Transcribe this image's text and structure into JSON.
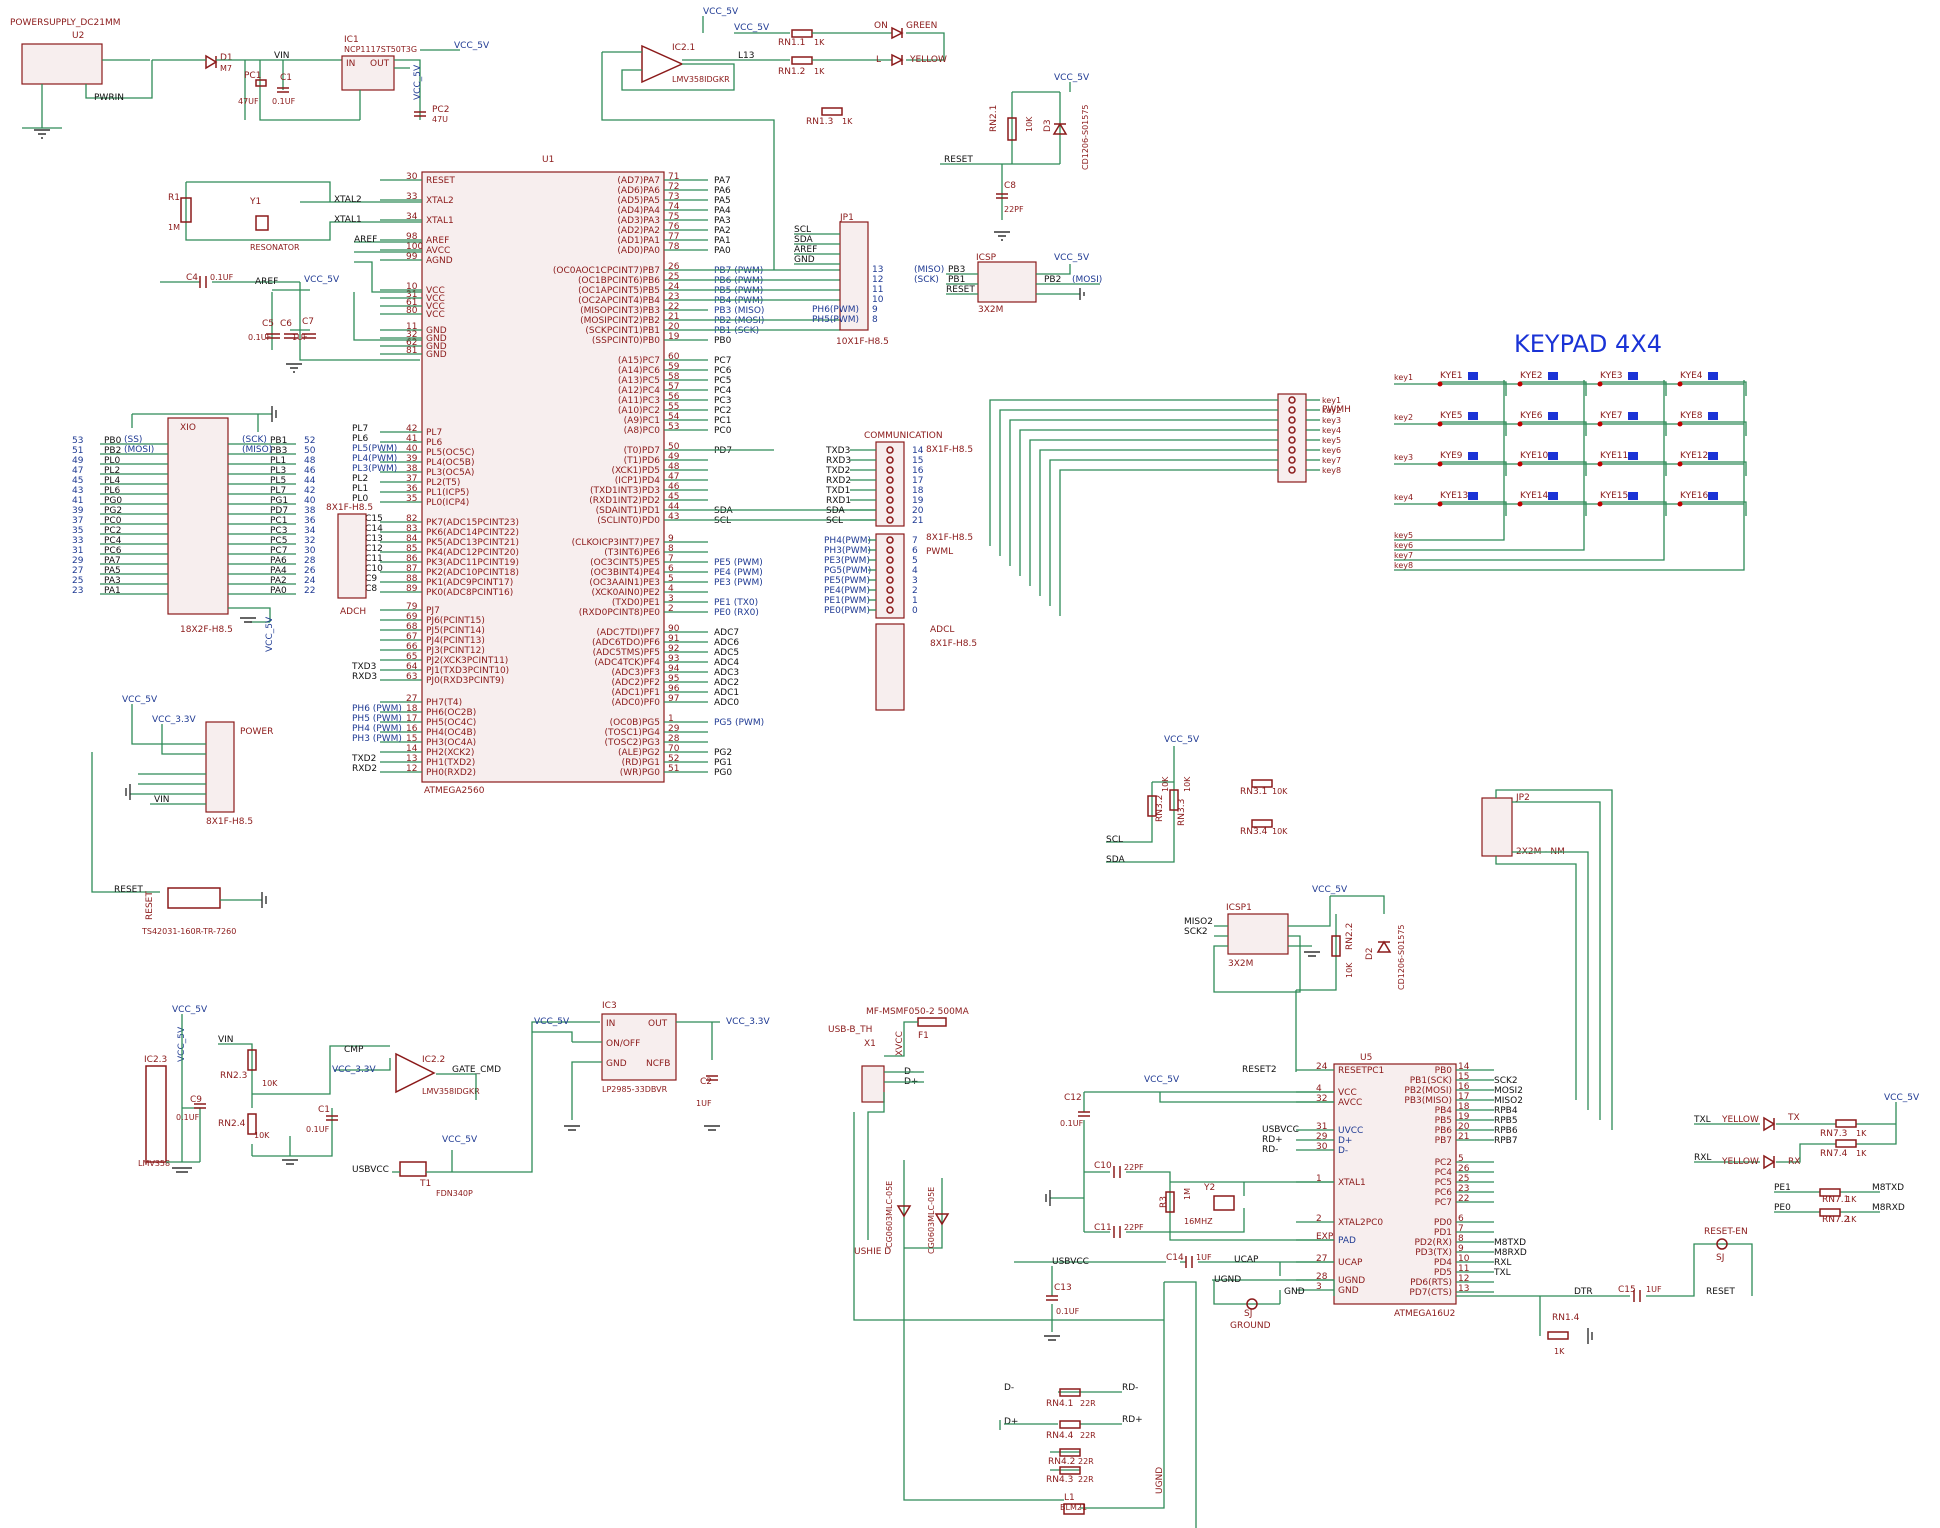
{
  "title": "KEYPAD 4X4",
  "power": {
    "connector_label": "POWERSUPPLY_DC21MM",
    "connector_ref": "U2",
    "pwrin": "PWRIN",
    "diode": "D1",
    "diode_val": "M7",
    "pc1": "PC1",
    "pc1_val": "47UF",
    "c1": "C1",
    "c1_val": "0.1UF",
    "vin": "VIN",
    "reg_ref": "IC1",
    "reg_val": "NCP1117ST50T3G",
    "reg_in": "IN",
    "reg_out": "OUT",
    "pc2": "PC2",
    "pc2_val": "47U",
    "vcc5": "VCC_5V",
    "vcc33": "VCC_3.3V"
  },
  "opamp1": {
    "ref": "IC2.1",
    "val": "LMV358IDGKR",
    "net": "L13",
    "rn11": "RN1.1",
    "rn12": "RN1.2",
    "rn13": "RN1.3",
    "r1k": "1K",
    "on": "ON",
    "green": "GREEN",
    "l": "L",
    "yellow": "YELLOW"
  },
  "mcu": {
    "ref": "U1",
    "val": "ATMEGA2560",
    "left_pins": [
      {
        "num": "30",
        "name": "RESET",
        "net": "RESET"
      },
      {
        "num": "33",
        "name": "XTAL2",
        "net": "XTAL2"
      },
      {
        "num": "34",
        "name": "XTAL1",
        "net": "XTAL1"
      },
      {
        "num": "98",
        "name": "AREF",
        "net": "AREF"
      },
      {
        "num": "100",
        "name": "AVCC",
        "net": ""
      },
      {
        "num": "99",
        "name": "AGND",
        "net": ""
      },
      {
        "num": "10",
        "name": "VCC",
        "net": ""
      },
      {
        "num": "31",
        "name": "VCC",
        "net": ""
      },
      {
        "num": "61",
        "name": "VCC",
        "net": ""
      },
      {
        "num": "80",
        "name": "VCC",
        "net": ""
      },
      {
        "num": "11",
        "name": "GND",
        "net": ""
      },
      {
        "num": "32",
        "name": "GND",
        "net": ""
      },
      {
        "num": "62",
        "name": "GND",
        "net": ""
      },
      {
        "num": "81",
        "name": "GND",
        "net": ""
      },
      {
        "num": "42",
        "name": "PL7",
        "net": "PL7"
      },
      {
        "num": "41",
        "name": "PL6",
        "net": "PL6"
      },
      {
        "num": "40",
        "name": "PL5(OC5C)",
        "net": "PL5(PWM)"
      },
      {
        "num": "39",
        "name": "PL4(OC5B)",
        "net": "PL4(PWM)"
      },
      {
        "num": "38",
        "name": "PL3(OC5A)",
        "net": "PL3(PWM)"
      },
      {
        "num": "37",
        "name": "PL2(T5)",
        "net": "PL2"
      },
      {
        "num": "36",
        "name": "PL1(ICP5)",
        "net": "PL1"
      },
      {
        "num": "35",
        "name": "PL0(ICP4)",
        "net": "PL0"
      },
      {
        "num": "82",
        "name": "PK7(ADC15PCINT23)",
        "net": "ADC15"
      },
      {
        "num": "83",
        "name": "PK6(ADC14PCINT22)",
        "net": "ADC14"
      },
      {
        "num": "84",
        "name": "PK5(ADC13PCINT21)",
        "net": "ADC13"
      },
      {
        "num": "85",
        "name": "PK4(ADC12PCINT20)",
        "net": "ADC12"
      },
      {
        "num": "86",
        "name": "PK3(ADC11PCINT19)",
        "net": "ADC11"
      },
      {
        "num": "87",
        "name": "PK2(ADC10PCINT18)",
        "net": "ADC10"
      },
      {
        "num": "88",
        "name": "PK1(ADC9PCINT17)",
        "net": "ADC9"
      },
      {
        "num": "89",
        "name": "PK0(ADC8PCINT16)",
        "net": "ADC8"
      },
      {
        "num": "79",
        "name": "PJ7",
        "net": ""
      },
      {
        "num": "69",
        "name": "PJ6(PCINT15)",
        "net": ""
      },
      {
        "num": "68",
        "name": "PJ5(PCINT14)",
        "net": ""
      },
      {
        "num": "67",
        "name": "PJ4(PCINT13)",
        "net": ""
      },
      {
        "num": "66",
        "name": "PJ3(PCINT12)",
        "net": ""
      },
      {
        "num": "65",
        "name": "PJ2(XCK3PCINT11)",
        "net": ""
      },
      {
        "num": "64",
        "name": "PJ1(TXD3PCINT10)",
        "net": "TXD3"
      },
      {
        "num": "63",
        "name": "PJ0(RXD3PCINT9)",
        "net": "RXD3"
      },
      {
        "num": "27",
        "name": "PH7(T4)",
        "net": ""
      },
      {
        "num": "18",
        "name": "PH6(OC2B)",
        "net": "PH6 (PWM)"
      },
      {
        "num": "17",
        "name": "PH5(OC4C)",
        "net": "PH5 (PWM)"
      },
      {
        "num": "16",
        "name": "PH4(OC4B)",
        "net": "PH4 (PWM)"
      },
      {
        "num": "15",
        "name": "PH3(OC4A)",
        "net": "PH3 (PWM)"
      },
      {
        "num": "14",
        "name": "PH2(XCK2)",
        "net": ""
      },
      {
        "num": "13",
        "name": "PH1(TXD2)",
        "net": "TXD2"
      },
      {
        "num": "12",
        "name": "PH0(RXD2)",
        "net": "RXD2"
      }
    ],
    "right_pins": [
      {
        "num": "71",
        "name": "(AD7)PA7",
        "net": "PA7"
      },
      {
        "num": "72",
        "name": "(AD6)PA6",
        "net": "PA6"
      },
      {
        "num": "73",
        "name": "(AD5)PA5",
        "net": "PA5"
      },
      {
        "num": "74",
        "name": "(AD4)PA4",
        "net": "PA4"
      },
      {
        "num": "75",
        "name": "(AD3)PA3",
        "net": "PA3"
      },
      {
        "num": "76",
        "name": "(AD2)PA2",
        "net": "PA2"
      },
      {
        "num": "77",
        "name": "(AD1)PA1",
        "net": "PA1"
      },
      {
        "num": "78",
        "name": "(AD0)PA0",
        "net": "PA0"
      },
      {
        "num": "26",
        "name": "(OC0AOC1CPCINT7)PB7",
        "net": "PB7 (PWM)"
      },
      {
        "num": "25",
        "name": "(OC1BPCINT6)PB6",
        "net": "PB6 (PWM)"
      },
      {
        "num": "24",
        "name": "(OC1APCINT5)PB5",
        "net": "PB5 (PWM)"
      },
      {
        "num": "23",
        "name": "(OC2APCINT4)PB4",
        "net": "PB4 (PWM)"
      },
      {
        "num": "22",
        "name": "(MISOPCINT3)PB3",
        "net": "PB3 (MISO)"
      },
      {
        "num": "21",
        "name": "(MOSIPCINT2)PB2",
        "net": "PB2 (MOSI)"
      },
      {
        "num": "20",
        "name": "(SCKPCINT1)PB1",
        "net": "PB1 (SCK)"
      },
      {
        "num": "19",
        "name": "(SSPCINT0)PB0",
        "net": "PB0"
      },
      {
        "num": "60",
        "name": "(A15)PC7",
        "net": "PC7"
      },
      {
        "num": "59",
        "name": "(A14)PC6",
        "net": "PC6"
      },
      {
        "num": "58",
        "name": "(A13)PC5",
        "net": "PC5"
      },
      {
        "num": "57",
        "name": "(A12)PC4",
        "net": "PC4"
      },
      {
        "num": "56",
        "name": "(A11)PC3",
        "net": "PC3"
      },
      {
        "num": "55",
        "name": "(A10)PC2",
        "net": "PC2"
      },
      {
        "num": "54",
        "name": "(A9)PC1",
        "net": "PC1"
      },
      {
        "num": "53",
        "name": "(A8)PC0",
        "net": "PC0"
      },
      {
        "num": "50",
        "name": "(T0)PD7",
        "net": "PD7"
      },
      {
        "num": "49",
        "name": "(T1)PD6",
        "net": ""
      },
      {
        "num": "48",
        "name": "(XCK1)PD5",
        "net": ""
      },
      {
        "num": "47",
        "name": "(ICP1)PD4",
        "net": ""
      },
      {
        "num": "46",
        "name": "(TXD1INT3)PD3",
        "net": ""
      },
      {
        "num": "45",
        "name": "(RXD1INT2)PD2",
        "net": ""
      },
      {
        "num": "44",
        "name": "(SDAINT1)PD1",
        "net": "SDA"
      },
      {
        "num": "43",
        "name": "(SCLINT0)PD0",
        "net": "SCL"
      },
      {
        "num": "9",
        "name": "(CLKOICP3INT7)PE7",
        "net": ""
      },
      {
        "num": "8",
        "name": "(T3INT6)PE6",
        "net": ""
      },
      {
        "num": "7",
        "name": "(OC3CINT5)PE5",
        "net": "PE5 (PWM)"
      },
      {
        "num": "6",
        "name": "(OC3BINT4)PE4",
        "net": "PE4 (PWM)"
      },
      {
        "num": "5",
        "name": "(OC3AAIN1)PE3",
        "net": "PE3 (PWM)"
      },
      {
        "num": "4",
        "name": "(XCK0AIN0)PE2",
        "net": ""
      },
      {
        "num": "3",
        "name": "(TXD0)PE1",
        "net": "PE1 (TX0)"
      },
      {
        "num": "2",
        "name": "(RXD0PCINT8)PE0",
        "net": "PE0 (RX0)"
      },
      {
        "num": "90",
        "name": "(ADC7TDI)PF7",
        "net": "ADC7"
      },
      {
        "num": "91",
        "name": "(ADC6TDO)PF6",
        "net": "ADC6"
      },
      {
        "num": "92",
        "name": "(ADC5TMS)PF5",
        "net": "ADC5"
      },
      {
        "num": "93",
        "name": "(ADC4TCK)PF4",
        "net": "ADC4"
      },
      {
        "num": "94",
        "name": "(ADC3)PF3",
        "net": "ADC3"
      },
      {
        "num": "95",
        "name": "(ADC2)PF2",
        "net": "ADC2"
      },
      {
        "num": "96",
        "name": "(ADC1)PF1",
        "net": "ADC1"
      },
      {
        "num": "97",
        "name": "(ADC0)PF0",
        "net": "ADC0"
      },
      {
        "num": "1",
        "name": "(OC0B)PG5",
        "net": "PG5 (PWM)"
      },
      {
        "num": "29",
        "name": "(TOSC1)PG4",
        "net": ""
      },
      {
        "num": "28",
        "name": "(TOSC2)PG3",
        "net": ""
      },
      {
        "num": "70",
        "name": "(ALE)PG2",
        "net": "PG2"
      },
      {
        "num": "52",
        "name": "(RD)PG1",
        "net": "PG1"
      },
      {
        "num": "51",
        "name": "(WR)PG0",
        "net": "PG0"
      }
    ]
  },
  "xtal": {
    "r1": "R1",
    "r1_val": "1M",
    "y1": "Y1",
    "res": "RESONATOR",
    "c4": "C4",
    "c4_val": "0.1UF",
    "aref": "AREF",
    "c5": "C5",
    "c6": "C6",
    "c7": "C7",
    "cval": "0.1UF",
    "c7val": "1UF"
  },
  "jp1": {
    "ref": "JP1",
    "val": "10X1F-H8.5",
    "nets": [
      "SCL",
      "SDA",
      "AREF",
      "GND"
    ],
    "pins": [
      "13",
      "12",
      "11",
      "10",
      "9",
      "8"
    ],
    "ph6": "PH6(PWM)",
    "ph5": "PH5(PWM)"
  },
  "reset": {
    "rn21": "RN2.1",
    "r10k": "10K",
    "d3": "D3",
    "dval": "CD1206-S01575",
    "c8": "C8",
    "c8val": "22PF",
    "net": "RESET"
  },
  "icsp": {
    "ref": "ICSP",
    "val": "3X2M",
    "pb3": "PB3",
    "pb1": "PB1",
    "reset": "RESET",
    "pb2": "PB2",
    "miso": "(MISO)",
    "sck": "(SCK)",
    "mosi": "(MOSI)"
  },
  "xio": {
    "ref": "XIO",
    "val": "18X2F-H8.5",
    "left_nums": [
      "53",
      "51",
      "49",
      "47",
      "45",
      "43",
      "41",
      "39",
      "37",
      "35",
      "33",
      "31",
      "29",
      "27",
      "25",
      "23"
    ],
    "left_nets": [
      "PB0",
      "PB2",
      "PL0",
      "PL2",
      "PL4",
      "PL6",
      "PG0",
      "PG2",
      "PC0",
      "PC2",
      "PC4",
      "PC6",
      "PA7",
      "PA5",
      "PA3",
      "PA1"
    ],
    "right_nets": [
      "PB1",
      "PB3",
      "PL1",
      "PL3",
      "PL5",
      "PL7",
      "PG1",
      "PD7",
      "PC1",
      "PC3",
      "PC5",
      "PC7",
      "PA6",
      "PA4",
      "PA2",
      "PA0"
    ],
    "right_nums": [
      "52",
      "50",
      "48",
      "46",
      "44",
      "42",
      "40",
      "38",
      "36",
      "34",
      "32",
      "30",
      "28",
      "26",
      "24",
      "22"
    ],
    "ss": "(SS)",
    "mosi": "(MOSI)",
    "sck": "(SCK)",
    "miso": "(MISO)"
  },
  "adch": {
    "ref": "ADCH",
    "hdr": "8X1F-H8.5"
  },
  "comm": {
    "ref": "COMMUNICATION",
    "hdr": "8X1F-H8.5",
    "nets": [
      "TXD3",
      "RXD3",
      "TXD2",
      "RXD2",
      "TXD1",
      "RXD1",
      "SDA",
      "SCL"
    ],
    "nums": [
      "14",
      "15",
      "16",
      "17",
      "18",
      "19",
      "20",
      "21"
    ]
  },
  "pwml": {
    "ref": "PWML",
    "hdr": "8X1F-H8.5",
    "nets": [
      "PH4(PWM)",
      "PH3(PWM)",
      "PE3(PWM)",
      "PG5(PWM)",
      "PE5(PWM)",
      "PE4(PWM)",
      "PE1(PWM)",
      "PE0(PWM)"
    ],
    "nums": [
      "7",
      "6",
      "5",
      "4",
      "3",
      "2",
      "1",
      "0"
    ]
  },
  "adcl": {
    "ref": "ADCL",
    "hdr": "8X1F-H8.5"
  },
  "pwmh": {
    "ref": "PWMH",
    "hdr": "8X1F-H8.5",
    "keys": [
      "key1",
      "key2",
      "key3",
      "key4",
      "key5",
      "key6",
      "key7",
      "key8"
    ]
  },
  "keypad": {
    "row_labels": [
      "key1",
      "key2",
      "key3",
      "key4"
    ],
    "col_labels": [
      "key5",
      "key6",
      "key7",
      "key8"
    ],
    "keys": [
      [
        "KYE1",
        "KYE2",
        "KYE3",
        "KYE4"
      ],
      [
        "KYE5",
        "KYE6",
        "KYE7",
        "KYE8"
      ],
      [
        "KYE9",
        "KYE10",
        "KYE11",
        "KYE12"
      ],
      [
        "KYE13",
        "KYE14",
        "KYE15",
        "KYE16"
      ]
    ]
  },
  "powerhdr": {
    "ref": "POWER",
    "hdr": "8X1F-H8.5",
    "vcc5": "VCC_5V",
    "vcc33": "VCC_3.3V",
    "vin": "VIN"
  },
  "resetsw": {
    "net": "RESET",
    "val": "TS42031-160R-TR-7260",
    "lbl": "RESET"
  },
  "rn3": {
    "rn31": "RN3.1",
    "rn32": "RN3.2",
    "rn33": "RN3.3",
    "rn34": "RN3.4",
    "r10k": "10K",
    "scl": "SCL",
    "sda": "SDA"
  },
  "jp2": {
    "ref": "JP2",
    "val": "2X2M - NM"
  },
  "icsp1": {
    "ref": "ICSP1",
    "val": "3X2M",
    "miso2": "MISO2",
    "sck2": "SCK2",
    "rn22": "RN2.2",
    "d2": "D2",
    "dval": "CD1206-S01575",
    "r10k": "10K"
  },
  "u5": {
    "ref": "U5",
    "val": "ATMEGA16U2",
    "left": [
      "RESETPC1",
      "VCC",
      "AVCC",
      "UVCC",
      "D+",
      "D-",
      "XTAL1",
      "XTAL2PC0",
      "PAD",
      "UCAP",
      "UGND",
      "GND"
    ],
    "left_nums": [
      "24",
      "4",
      "32",
      "31",
      "29",
      "30",
      "1",
      "2",
      "EXP",
      "27",
      "28",
      "3"
    ],
    "right": [
      "PB0",
      "PB1(SCK)",
      "PB2(MOSI)",
      "PB3(MISO)",
      "PB4",
      "PB5",
      "PB6",
      "PB7",
      "PC2",
      "PC4",
      "PC5",
      "PC6",
      "PC7",
      "PD0",
      "PD1",
      "PD2(RX)",
      "PD3(TX)",
      "PD4",
      "PD5",
      "PD6(RTS)",
      "PD7(CTS)"
    ],
    "right_nums": [
      "14",
      "15",
      "16",
      "17",
      "18",
      "19",
      "20",
      "21",
      "5",
      "26",
      "25",
      "23",
      "22",
      "6",
      "7",
      "8",
      "9",
      "10",
      "11",
      "12",
      "13"
    ],
    "right_nets": [
      "",
      "SCK2",
      "MOSI2",
      "MISO2",
      "RPB4",
      "RPB5",
      "RPB6",
      "RPB7",
      "",
      "",
      "",
      "",
      "",
      "",
      "",
      "M8TXD",
      "M8RXD",
      "RXL",
      "TXL",
      "",
      ""
    ],
    "reset2": "RESET2",
    "usbvcc": "USBVCC",
    "rdp": "RD+",
    "rdm": "RD-"
  },
  "u5aux": {
    "c12": "C12",
    "c12val": "0.1UF",
    "c10": "C10",
    "c11": "C11",
    "c22pf": "22PF",
    "r3": "R3",
    "r3v": "1M",
    "y2": "Y2",
    "y2v": "16MHZ",
    "c14": "C14",
    "c14v": "1UF",
    "ucap": "UCAP",
    "ugnd": "UGND",
    "gnd": "GND",
    "sj": "SJ",
    "ground": "GROUND",
    "usbvcc": "USBVCC",
    "c13": "C13",
    "c13v": "0.1UF"
  },
  "dtr": {
    "net": "DTR",
    "c15": "C15",
    "c15v": "1UF",
    "reset": "RESET",
    "rn14": "RN1.4",
    "r1k": "1K",
    "reseten": "RESET-EN",
    "sj": "SJ"
  },
  "txrx": {
    "txl": "TXL",
    "rxl": "RXL",
    "yellow": "YELLOW",
    "tx": "TX",
    "rx": "RX",
    "rn73": "RN7.3",
    "rn74": "RN7.4",
    "rn71": "RN7.1",
    "rn72": "RN7.2",
    "r1k": "1K",
    "pe1": "PE1",
    "pe0": "PE0",
    "m8txd": "M8TXD",
    "m8rxd": "M8RXD",
    "vcc5": "VCC_5V"
  },
  "usb": {
    "fuse": "MF-MSMF050-2 500MA",
    "f1": "F1",
    "conn": "USB-B_TH",
    "x1": "X1",
    "xvcc": "XVCC",
    "dm": "D-",
    "dp": "D+",
    "ushie": "USHIE D",
    "z1": "CG0603MLC-05E",
    "z2": "CG0603MLC-05E",
    "rn41": "RN4.1",
    "rn44": "RN4.4",
    "rn42": "RN4.2",
    "rn43": "RN4.3",
    "r22": "22R",
    "rdm": "RD-",
    "rdp": "RD+",
    "l1": "L1",
    "l1v": "BLM21",
    "ugnd": "UGND"
  },
  "cmp": {
    "vin": "VIN",
    "rn23": "RN2.3",
    "rn24": "RN2.4",
    "r10k": "10K",
    "c1": "C1",
    "c1v": "0.1UF",
    "cmp": "CMP",
    "vcc33": "VCC_3.3V",
    "ref": "IC2.2",
    "val": "LMV358IDGKR",
    "gate": "GATE_CMD",
    "ic23": "IC2.3",
    "lmv": "LMV358",
    "c9": "C9",
    "c9v": "0.1UF",
    "vcc5": "VCC_5V",
    "t1": "T1",
    "t1v": "FDN340P",
    "usbvcc": "USBVCC"
  },
  "ldo": {
    "ref": "IC3",
    "val": "LP2985-33DBVR",
    "in": "IN",
    "out": "OUT",
    "onoff": "ON/OFF",
    "gnd": "GND",
    "nc": "NCFB",
    "c2": "C2",
    "c2v": "1UF",
    "vcc5": "VCC_5V",
    "vcc33": "VCC_3.3V"
  }
}
